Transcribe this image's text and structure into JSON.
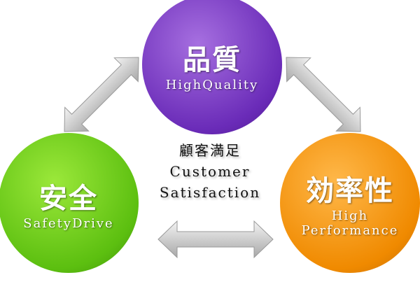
{
  "quality": {
    "kanji": "品質",
    "english": "HighQuality",
    "color": "#7a3bc8"
  },
  "safety": {
    "kanji": "安全",
    "english": "SafetyDrive",
    "color": "#6acc18"
  },
  "performance": {
    "kanji": "効率性",
    "english_line1": "High",
    "english_line2": "Performance",
    "color": "#f59000"
  },
  "center": {
    "kanji": "顧客満足",
    "line1": "Customer",
    "line2": "Satisfaction"
  }
}
